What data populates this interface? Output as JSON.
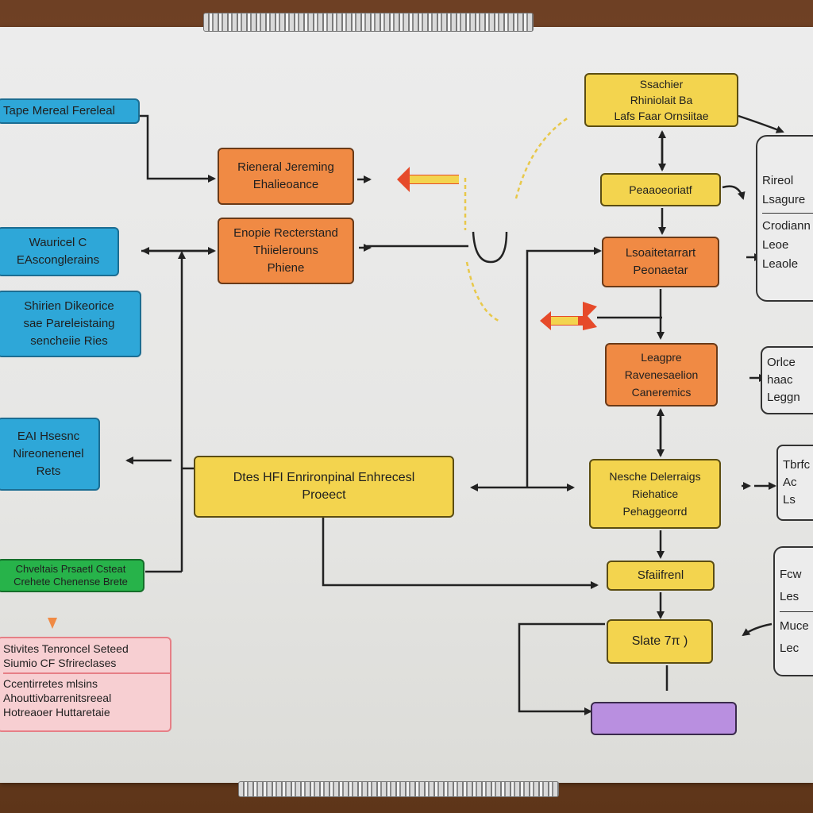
{
  "diagram": {
    "blue_top": "Tape Mereal Fereleal",
    "orange_1": [
      "Rieneral Jereming",
      "Ehalieoance"
    ],
    "orange_2": [
      "Enopie Recterstand",
      "Thiielerouns",
      "Phiene"
    ],
    "blue_2": [
      "Wauricel C",
      "EAsconglerains"
    ],
    "blue_3": [
      "Shirien Dikeorice",
      "sae Pareleistaing",
      "sencheiie Ries"
    ],
    "blue_4": [
      "EAI Hsesnc",
      "Nireonenenel",
      "Rets"
    ],
    "yellow_center": [
      "Dtes HFI Enrironpinal Enhrecesl",
      "Proeect"
    ],
    "green": [
      "Chveltais Prsaetl Csteat",
      "Crehete Chenense Brete"
    ],
    "pink": [
      "Stivites Tenroncel Seteed",
      "Siumio CF Sfrireclases",
      "Ccentirretes mlsins",
      "Ahouttivbarrenitsreeal",
      "Hotreaoer Huttaretaie"
    ],
    "yellow_top_right": [
      "Ssachier",
      "Rhiniolait Ba",
      "Lafs Faar Ornsiitae"
    ],
    "yellow_small": "Peaaoeoriatf",
    "orange_r1": [
      "Lsoaitetarrart",
      "Peonaetar"
    ],
    "orange_r2": [
      "Leagpre",
      "Ravenesaelion",
      "Caneremics"
    ],
    "yellow_r3": [
      "Nesche Delerraigs",
      "Riehatice",
      "Pehaggeorrd"
    ],
    "yellow_r4": "Sfaiifrenl",
    "yellow_r5": "Slate 7π )",
    "white_1": [
      "Rireol",
      "Lsagure",
      "Crodiann",
      "Leoe",
      "Leaole"
    ],
    "white_2": [
      "Orlce",
      "haac",
      "Leggn"
    ],
    "white_3": [
      "Tbrfc",
      "Ac",
      "Ls"
    ],
    "white_4": [
      "Fcw",
      "Les",
      "Muce",
      "Lec"
    ]
  }
}
